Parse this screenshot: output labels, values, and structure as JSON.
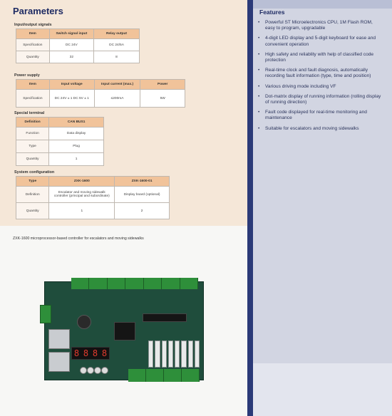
{
  "title": "Parameters",
  "sections": {
    "io": "Input/output signals",
    "power": "Power supply",
    "terminal": "Special terminal",
    "system": "System configuration"
  },
  "io_table": {
    "headers": [
      "Item",
      "Switch signal input",
      "Relay output"
    ],
    "rows": [
      [
        "Specification",
        "DC 24V",
        "DC 24/5A"
      ],
      [
        "Quantity",
        "32",
        "8"
      ]
    ]
  },
  "power_table": {
    "headers": [
      "Item",
      "Input voltage",
      "Input current (max.)",
      "Power"
    ],
    "rows": [
      [
        "Specification",
        "DC 24V ± 1 DC 5V ± 1",
        "≤200mA",
        "5W"
      ]
    ]
  },
  "terminal_table": {
    "headers": [
      "Definition",
      "CAN BUS1"
    ],
    "rows": [
      [
        "Function",
        "Data display"
      ],
      [
        "Type",
        "Plug"
      ],
      [
        "Quantity",
        "1"
      ]
    ]
  },
  "system_table": {
    "headers": [
      "Type",
      "ZXK-1600",
      "ZXK-1600-01"
    ],
    "rows": [
      [
        "Definition",
        "Escalator and moving sidewalk controller (principal and subordinate)",
        "Display board (optional)"
      ],
      [
        "Quantity",
        "1",
        "2"
      ]
    ]
  },
  "features": {
    "title": "Features",
    "items": [
      "Powerful ST Microelectronics CPU, 1M Flash ROM, easy to program, upgradable",
      "4-digit LED display and 5-digit keyboard for ease and convenient operation",
      "High safety and reliablity with help of classified code protection",
      "Real-time clock and fault diagnosis, automatically recording fault information (type, time and position)",
      "Various driving mode including VF",
      "Dot-matrix display of running information (rolling display of running direction)",
      "Fault code displayed for real-time monitoring and maintenance",
      "Suitable for escalators and moving sidewalks"
    ]
  },
  "caption": "ZXK-1600 microprocessor-based controller for escalators and moving sidewalks",
  "pcb_display": [
    "8",
    "8",
    "8",
    "8"
  ],
  "colors": {
    "header_fill": "#f1c39a",
    "navy": "#2b3a78",
    "panel": "#d2d5e2"
  }
}
